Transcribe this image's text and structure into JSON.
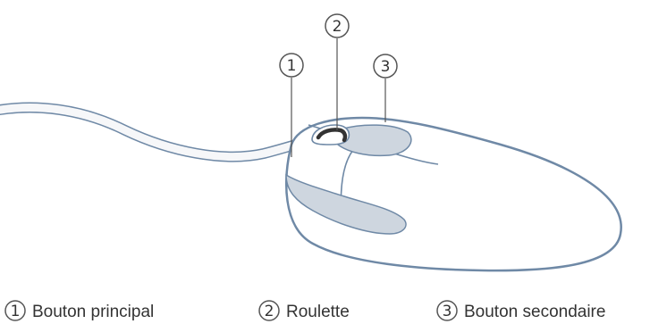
{
  "callouts": [
    {
      "number": "1",
      "label": "Bouton principal"
    },
    {
      "number": "2",
      "label": "Roulette"
    },
    {
      "number": "3",
      "label": "Bouton secondaire"
    }
  ],
  "colors": {
    "outline": "#6f89a6",
    "cable_fill": "#f6f7f9",
    "button_shading": "#ced6df",
    "text": "#333333",
    "badge_fill": "#ffffff",
    "badge_stroke": "#555555"
  }
}
